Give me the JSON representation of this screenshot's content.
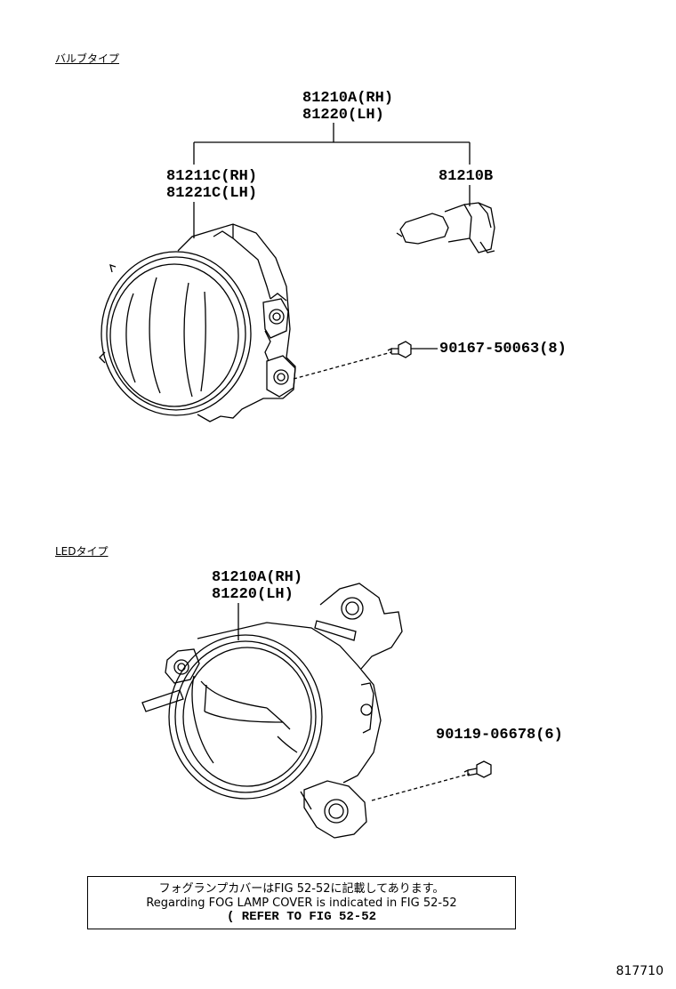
{
  "sections": {
    "bulb_type": "バルブタイプ",
    "led_type": "LEDタイプ"
  },
  "bulb_parts": {
    "assembly_rh": "81210A(RH)",
    "assembly_lh": "81220(LH)",
    "unit_rh": "81211C(RH)",
    "unit_lh": "81221C(LH)",
    "bulb": "81210B",
    "screw": "90167-50063(8)"
  },
  "led_parts": {
    "assembly_rh": "81210A(RH)",
    "assembly_lh": "81220(LH)",
    "screw": "90119-06678(6)"
  },
  "note": {
    "line1": "フォグランプカバーはFIG 52-52に記載してあります。",
    "line2": "Regarding FOG LAMP COVER is indicated in FIG 52-52",
    "line3": "( REFER TO FIG 52-52"
  },
  "illustration_code": "817710"
}
